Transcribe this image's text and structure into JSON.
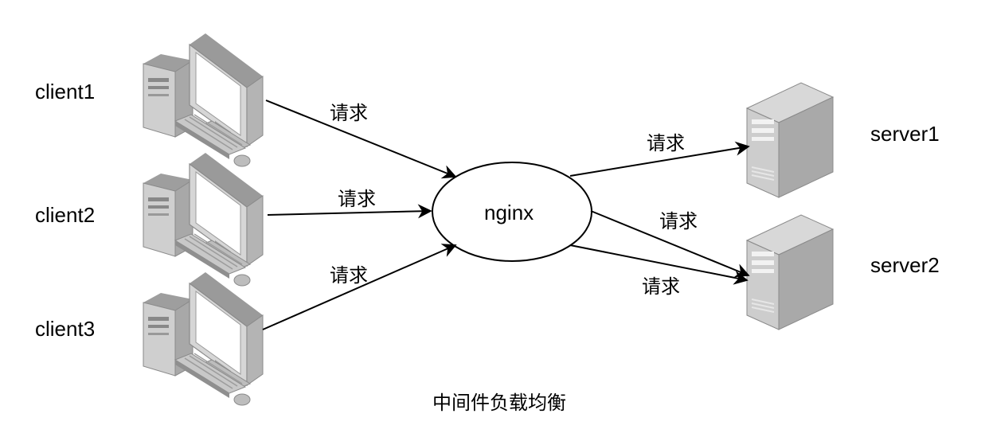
{
  "diagram": {
    "caption": "中间件负载均衡",
    "center_node": {
      "label": "nginx"
    },
    "clients": [
      {
        "label": "client1",
        "icon": "desktop-computer-icon"
      },
      {
        "label": "client2",
        "icon": "desktop-computer-icon"
      },
      {
        "label": "client3",
        "icon": "desktop-computer-icon"
      }
    ],
    "servers": [
      {
        "label": "server1",
        "icon": "server-tower-icon"
      },
      {
        "label": "server2",
        "icon": "server-tower-icon"
      }
    ],
    "edges": [
      {
        "from": "client1",
        "to": "nginx",
        "label": "请求"
      },
      {
        "from": "client2",
        "to": "nginx",
        "label": "请求"
      },
      {
        "from": "client3",
        "to": "nginx",
        "label": "请求"
      },
      {
        "from": "nginx",
        "to": "server1",
        "label": "请求"
      },
      {
        "from": "nginx",
        "to": "server2",
        "label": "请求"
      },
      {
        "from": "nginx",
        "to": "server2",
        "label": "请求"
      }
    ],
    "colors": {
      "device_light": "#e3e3e3",
      "device_mid": "#bdbdbd",
      "device_dark": "#8c8c8c",
      "line": "#000000"
    }
  }
}
